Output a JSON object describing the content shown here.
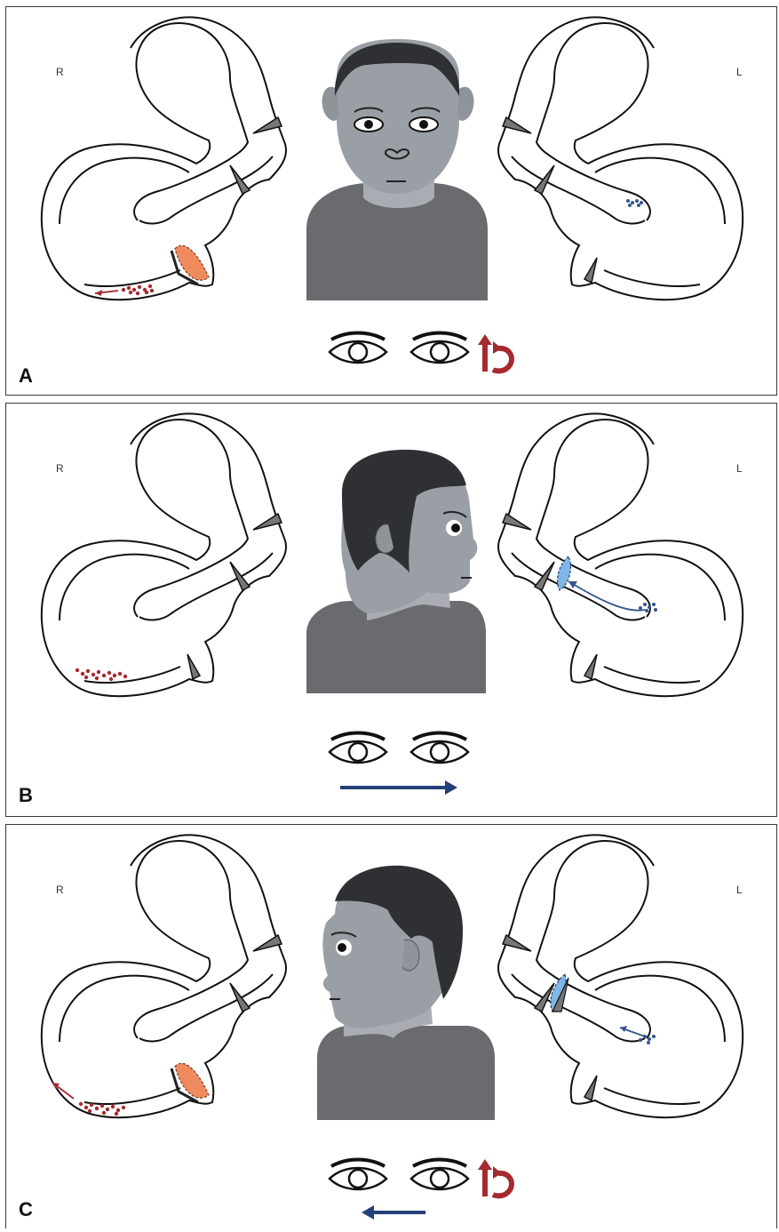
{
  "colors": {
    "otolith_red": "#a52a2f",
    "cupula_orange": "#ef8a5e",
    "otolith_blue": "#33558e",
    "cupula_blue": "#7fb6e6",
    "arrow_navy": "#233f78",
    "skin": "#9a9fa6",
    "hair": "#2f3033",
    "shirt": "#6a6b6e"
  },
  "panels": [
    {
      "label": "A",
      "right_side": "R",
      "left_side": "L",
      "head": "front-facing",
      "eye_arrow": "none",
      "torsion_icon": true
    },
    {
      "label": "B",
      "right_side": "R",
      "left_side": "L",
      "head": "turned-right",
      "eye_arrow": "right",
      "torsion_icon": false
    },
    {
      "label": "C",
      "right_side": "R",
      "left_side": "L",
      "head": "turned-left",
      "eye_arrow": "left",
      "torsion_icon": true
    }
  ],
  "icons": [
    "inner-ear-icon",
    "head-icon",
    "eye-icon",
    "torsion-arrow-icon",
    "direction-arrow-icon"
  ]
}
